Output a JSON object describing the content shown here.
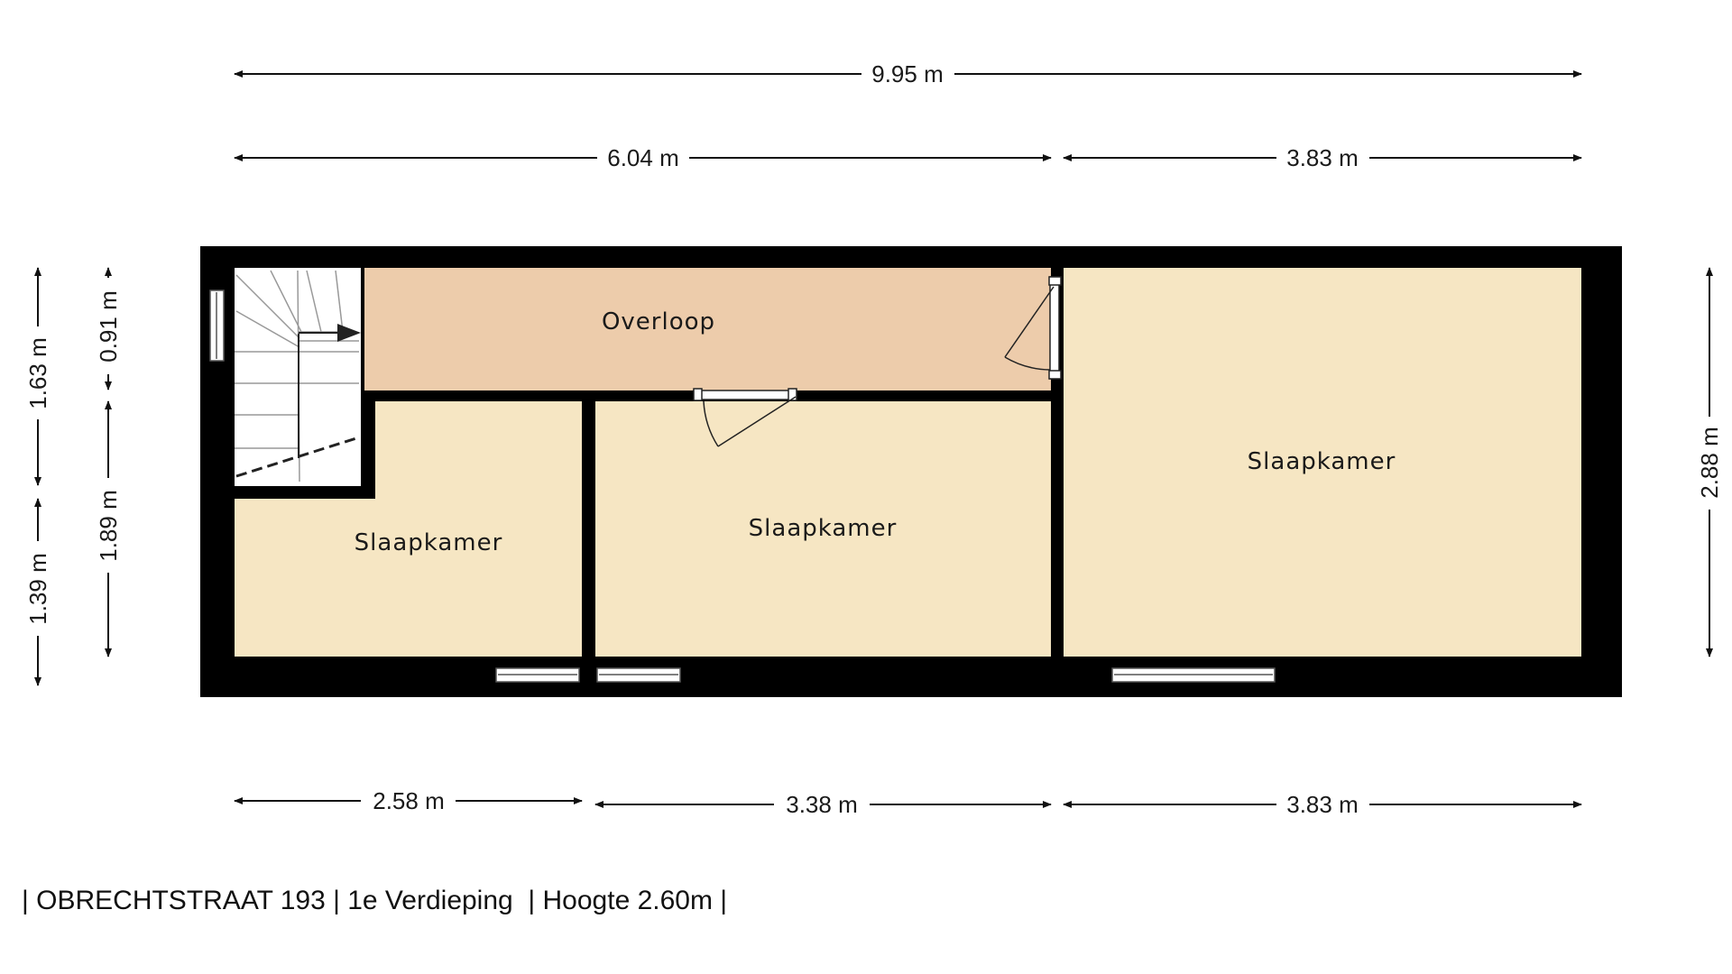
{
  "colors": {
    "wall": "#000000",
    "bedroom_fill": "#f6e6c3",
    "landing_fill": "#edccab",
    "window_fill": "#ffffff",
    "dimension_line": "#111111"
  },
  "rooms": {
    "landing": "Overloop",
    "bedroom_left": "Slaapkamer",
    "bedroom_middle": "Slaapkamer",
    "bedroom_right": "Slaapkamer"
  },
  "dimensions": {
    "total_width": "9.95 m",
    "top_left_width": "6.04 m",
    "top_right_width": "3.83 m",
    "bottom_left_width": "2.58 m",
    "bottom_middle_width": "3.38 m",
    "bottom_right_width": "3.83 m",
    "left_outer_top": "1.63 m",
    "left_outer_bottom": "1.39 m",
    "left_inner_top": "0.91 m",
    "left_inner_bottom": "1.89 m",
    "right_height": "2.88 m"
  },
  "footer": {
    "caption": "| OBRECHTSTRAAT 193 | 1e Verdieping  | Hoogte 2.60m |"
  }
}
